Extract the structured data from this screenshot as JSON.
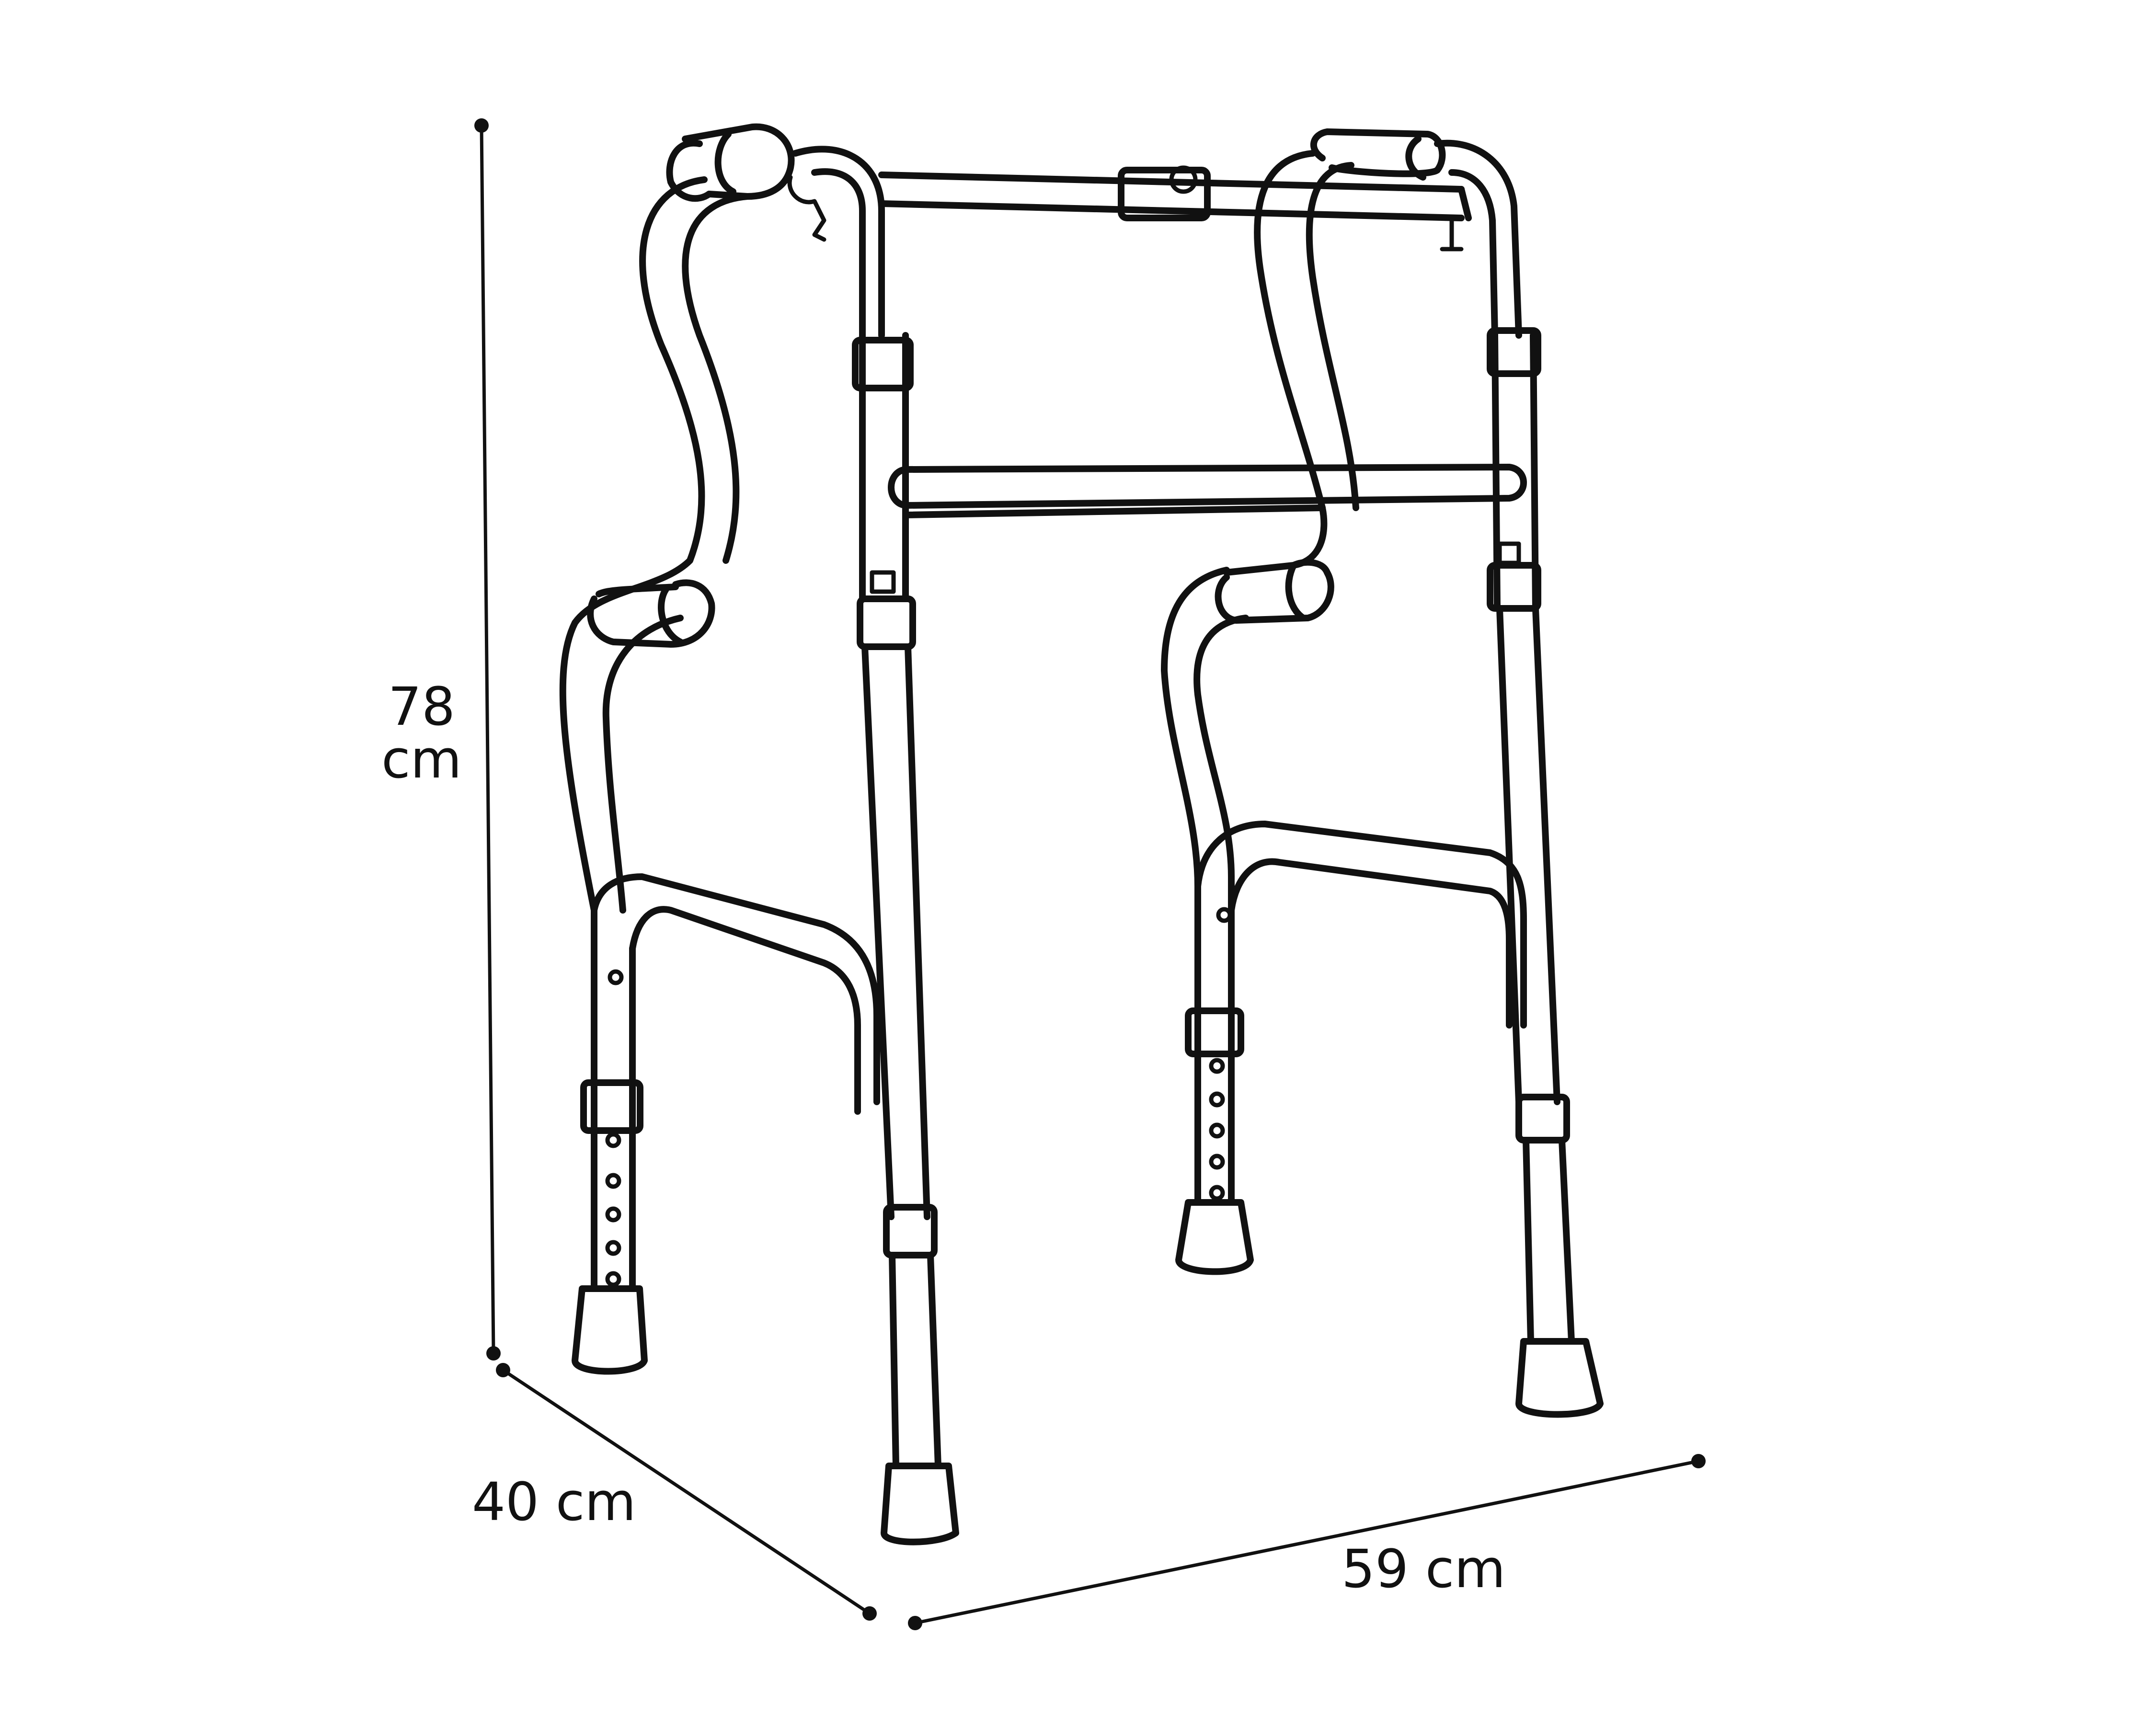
{
  "dimensions": {
    "height": {
      "value": "78",
      "unit": "cm"
    },
    "depth": {
      "label": "40 cm"
    },
    "width": {
      "label": "59 cm"
    }
  },
  "colors": {
    "line": "#111111",
    "background": "#ffffff"
  }
}
